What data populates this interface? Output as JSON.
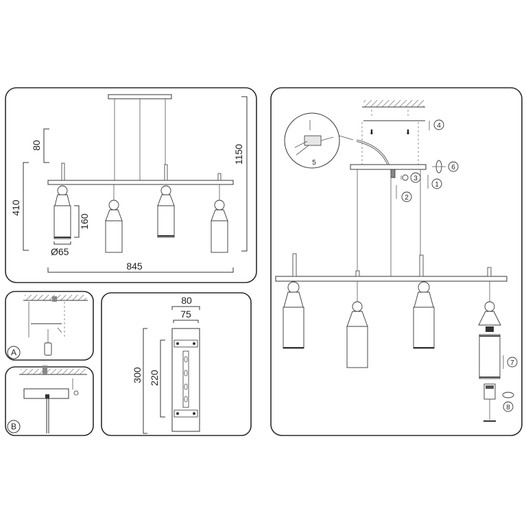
{
  "dimensions": {
    "canopy_height": "80",
    "arm_height": "410",
    "shade_height": "160",
    "shade_diameter": "Ø65",
    "total_width": "845",
    "total_height": "1150",
    "bracket_outer_width": "80",
    "bracket_inner_width": "75",
    "bracket_outer_height": "300",
    "bracket_inner_height": "220"
  },
  "labels": {
    "option_a": "A",
    "option_b": "B",
    "detail_5": "5"
  },
  "steps": [
    "①",
    "②",
    "③",
    "④",
    "⑥",
    "⑦",
    "⑧"
  ]
}
